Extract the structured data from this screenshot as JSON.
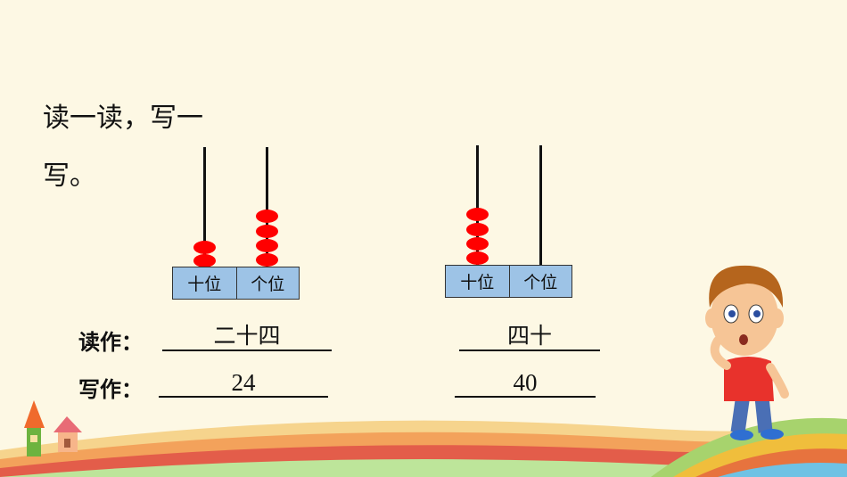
{
  "instruction": {
    "line1": "读一读，写一",
    "line2": "写。"
  },
  "abacus_left": {
    "tens_label": "十位",
    "ones_label": "个位",
    "tens_beads": 2,
    "ones_beads": 4
  },
  "abacus_right": {
    "tens_label": "十位",
    "ones_label": "个位",
    "tens_beads": 4,
    "ones_beads": 0
  },
  "labels": {
    "read_as": "读作：",
    "write_as": "写作："
  },
  "answers": {
    "left_read": "二十四",
    "left_write": "24",
    "right_read": "四十",
    "right_write": "40"
  },
  "colors": {
    "background": "#fdf8e4",
    "bead": "#ff0000",
    "table": "#9dc3e6"
  }
}
